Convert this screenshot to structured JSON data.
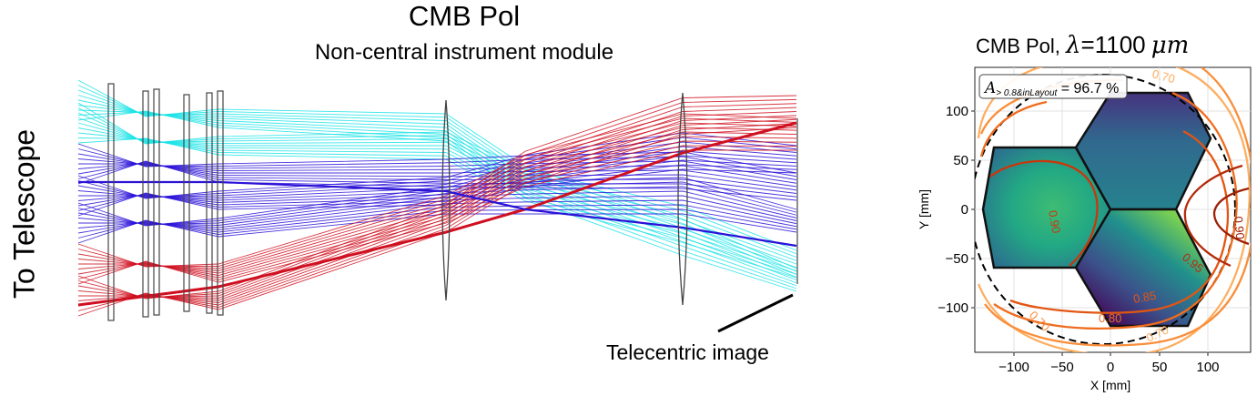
{
  "diagram": {
    "title": "CMB Pol",
    "subtitle": "Non-central instrument module",
    "side_label": "To Telescope",
    "image_label": "Telecentric image",
    "colors": {
      "cyan": "#19e3e6",
      "blue": "#2a12d8",
      "red": "#d01020",
      "lens": "#444444"
    }
  },
  "map_panel": {
    "title_prefix": "CMB Pol,",
    "lambda_symbol": "λ",
    "lambda_value": "=1100",
    "lambda_unit": "μm",
    "annotation": "A",
    "annotation_sub": "> 0.8&inLayout",
    "annotation_value": " = 96.7 %",
    "xlabel": "X [mm]",
    "ylabel": "Y [mm]",
    "x_ticks": [
      "−100",
      "−50",
      "0",
      "50",
      "100"
    ],
    "y_ticks": [
      "100",
      "50",
      "0",
      "−50",
      "−100"
    ],
    "contour_labels": [
      "0.70",
      "0.90",
      "0.95",
      "0.85",
      "0.80",
      "0.70",
      "0.90",
      "0.70"
    ]
  }
}
